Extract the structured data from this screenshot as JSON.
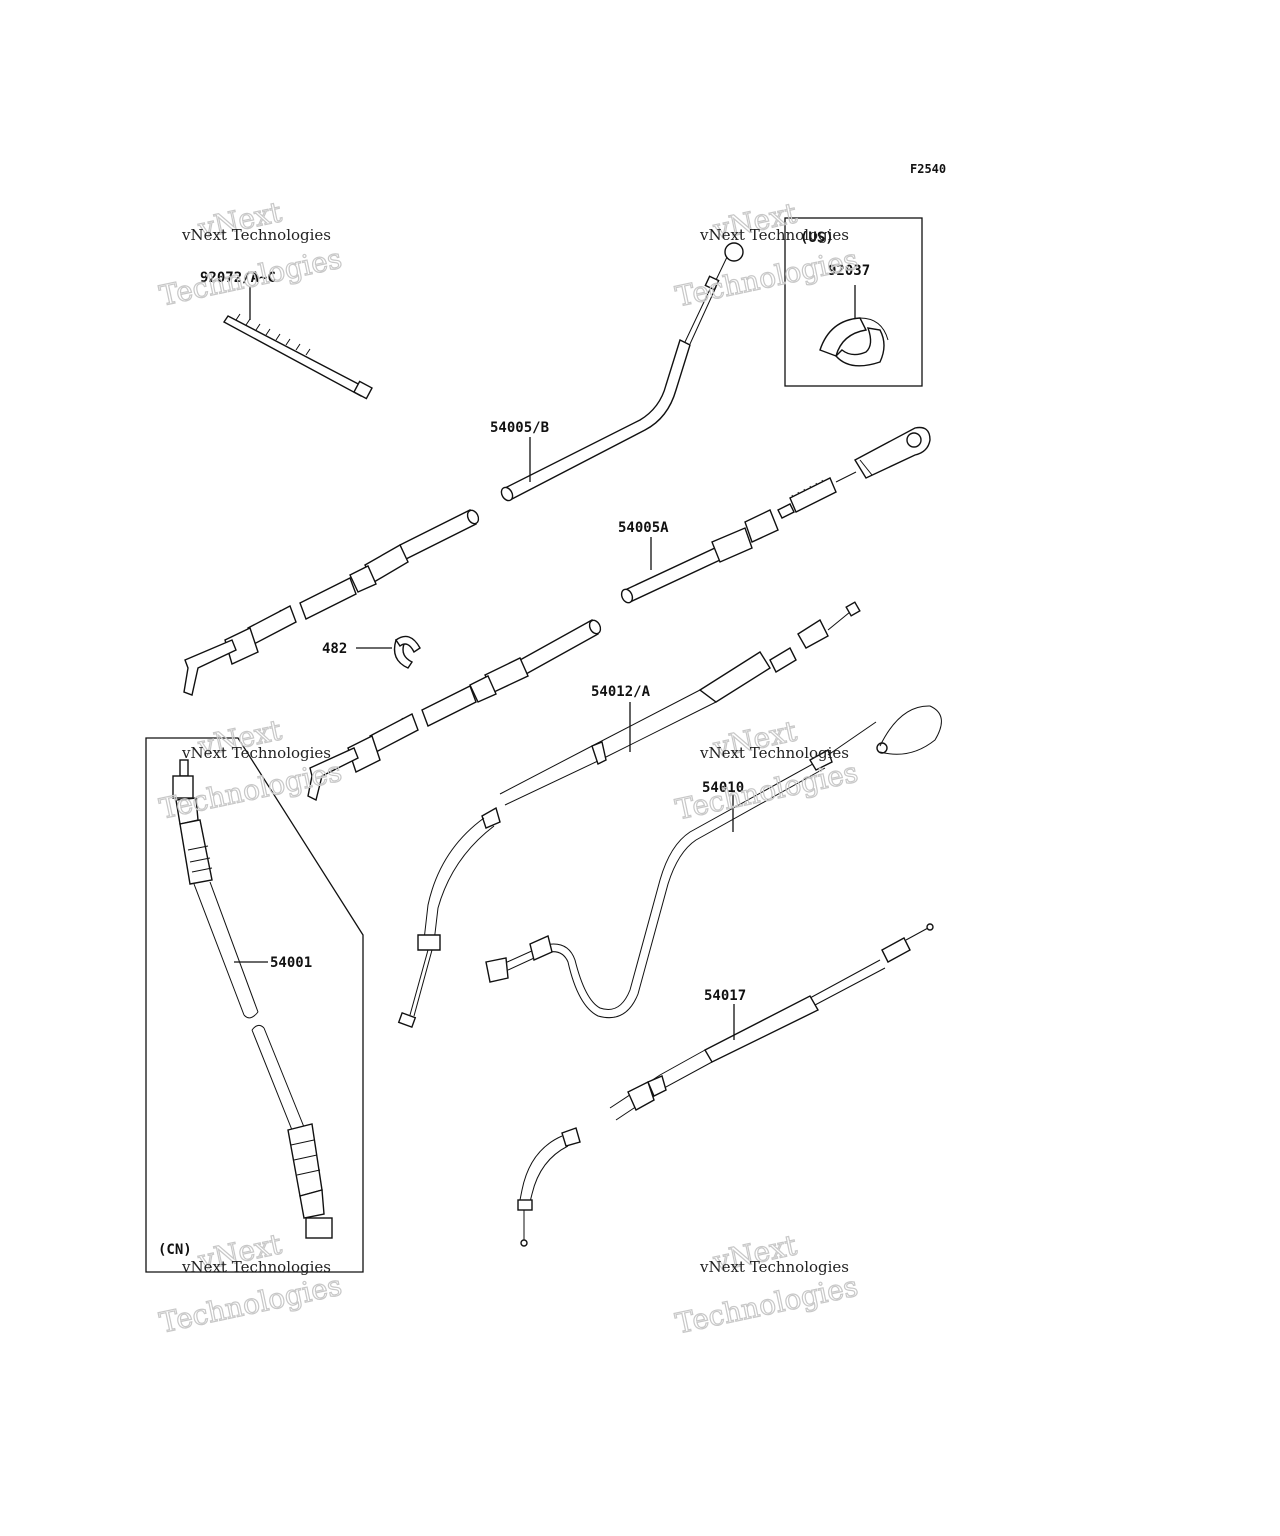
{
  "figure_code": "F2540",
  "callouts": {
    "tie_band": "92072/A~C",
    "cable_b": "54005/B",
    "clamp": "92037",
    "cable_a": "54005A",
    "clip": "482",
    "throttle_cable": "54012/A",
    "choke_cable": "54010",
    "speedo_cable": "54001",
    "clutch_cable": "54017"
  },
  "regions": {
    "us": "(US)",
    "cn": "(CN)"
  },
  "watermark": {
    "small": "vNext Technologies",
    "big_line1": "vNext",
    "big_line2": "Technologies"
  }
}
